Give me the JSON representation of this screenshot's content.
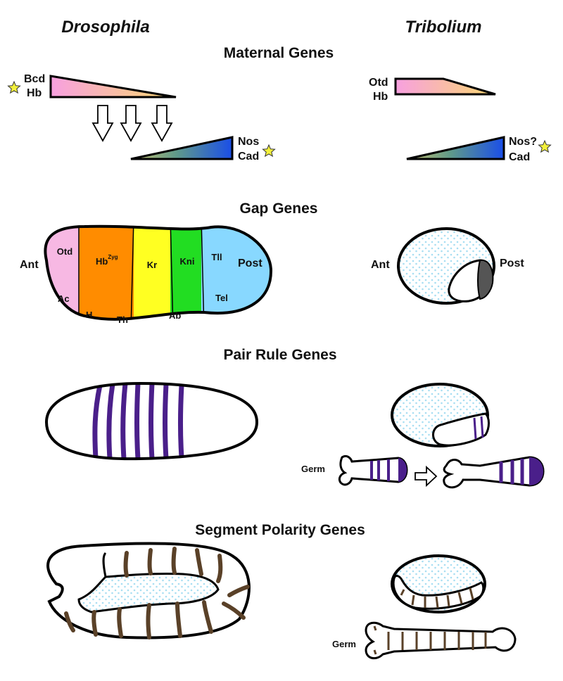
{
  "species": {
    "left": "Drosophila",
    "right": "Tribolium"
  },
  "sections": {
    "maternal": "Maternal Genes",
    "gap": "Gap Genes",
    "pair_rule": "Pair Rule Genes",
    "segment_polarity": "Segment Polarity Genes"
  },
  "maternal": {
    "dro_anterior": [
      "Bcd",
      "Hb"
    ],
    "dro_posterior": [
      "Nos",
      "Cad"
    ],
    "tri_anterior": [
      "Otd",
      "Hb"
    ],
    "tri_posterior": [
      "Nos?",
      "Cad"
    ]
  },
  "gap": {
    "ant": "Ant",
    "post": "Post",
    "domains": [
      {
        "label": "Otd",
        "color": "#f7b8e3"
      },
      {
        "label": "Hb",
        "sup": "Zyg",
        "color": "#ff8c00"
      },
      {
        "label": "Kr",
        "color": "#ffff22"
      },
      {
        "label": "Kni",
        "color": "#22dd22"
      },
      {
        "label": "Tll",
        "color": "#88d8ff"
      }
    ],
    "regions": [
      "Ac",
      "H",
      "Th",
      "Ab",
      "Tel"
    ],
    "tri_ant": "Ant",
    "tri_post": "Post"
  },
  "pair_rule": {
    "germ": "Germ"
  },
  "segment_polarity": {
    "germ": "Germ"
  },
  "colors": {
    "stripe_purple": "#4a1f8a",
    "stripe_brown": "#5a4128",
    "dots": "#a8def2",
    "anterior_gradient": [
      "#f7a0e0",
      "#fbd870"
    ],
    "posterior_gradient": [
      "#c8c070",
      "#1a4ee8"
    ],
    "star": "#f2f03c"
  }
}
